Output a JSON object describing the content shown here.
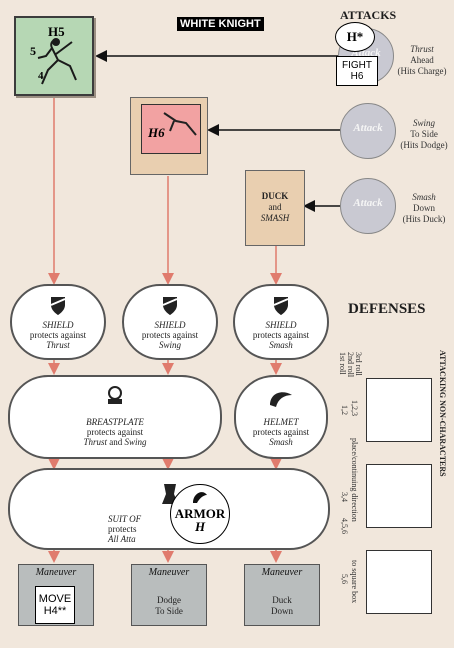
{
  "title": "WHITE KNIGHT",
  "attacks_heading": "ATTACKS",
  "defenses_heading": "DEFENSES",
  "attacking_noncharacters": "ATTACKING NON-CHARACTERS",
  "knight": {
    "h5": "H5",
    "five": "5",
    "four": "4"
  },
  "attacks": [
    {
      "label": "Attack",
      "line1": "Thrust",
      "line2": "Ahead",
      "line3": "(Hits Charge)"
    },
    {
      "label": "Attack",
      "line1": "Swing",
      "line2": "To Side",
      "line3": "(Hits Dodge)"
    },
    {
      "label": "Attack",
      "line1": "Smash",
      "line2": "Down",
      "line3": "(Hits Duck)"
    }
  ],
  "h_star_counter": "H*",
  "fight_counter": {
    "line1": "FIGHT",
    "line2": "H6"
  },
  "pink_box_label": "H6",
  "duck_smash": {
    "line1": "DUCK",
    "line2": "and",
    "line3": "SMASH"
  },
  "shields": [
    {
      "name": "SHIELD",
      "line1": "protects against",
      "line2": "Thrust"
    },
    {
      "name": "SHIELD",
      "line1": "protects against",
      "line2": "Swing"
    },
    {
      "name": "SHIELD",
      "line1": "protects against",
      "line2": "Smash"
    }
  ],
  "breastplate": {
    "name": "BREASTPLATE",
    "line1": "protects against",
    "line2a": "Thrust",
    "line2b": "and",
    "line2c": "Swing"
  },
  "helmet": {
    "name": "HELMET",
    "line1": "protects against",
    "line2": "Smash"
  },
  "suit": {
    "name": "SUIT OF",
    "line1": "protects",
    "line2": "All Atta"
  },
  "armor_counter": {
    "line1": "ARMOR",
    "line2": "H"
  },
  "maneuvers": [
    {
      "title": "Maneuver",
      "line1": "",
      "line2": ""
    },
    {
      "title": "Maneuver",
      "line1": "Dodge",
      "line2": "To Side"
    },
    {
      "title": "Maneuver",
      "line1": "Duck",
      "line2": "Down"
    }
  ],
  "move_counter": {
    "line1": "MOVE",
    "line2": "H4**"
  },
  "roll_labels": {
    "first": "1st roll",
    "second": "2nd roll",
    "third": "3rd roll",
    "r12": "1,2",
    "r123": "1,2,3",
    "r34": "3,4",
    "r456": "4,5,6",
    "r56": "5,6",
    "place": "place/continuing direction",
    "to_square": "to square box"
  },
  "colors": {
    "board_bg": "#f1e7dc",
    "knight_green": "#b6d7b4",
    "pink": "#f2a2a2",
    "tan": "#e9cfb0",
    "arrow_red": "#e07b6d",
    "attack_circle": "#c9c9d2",
    "maneuver_gray": "#b9bdbd"
  }
}
